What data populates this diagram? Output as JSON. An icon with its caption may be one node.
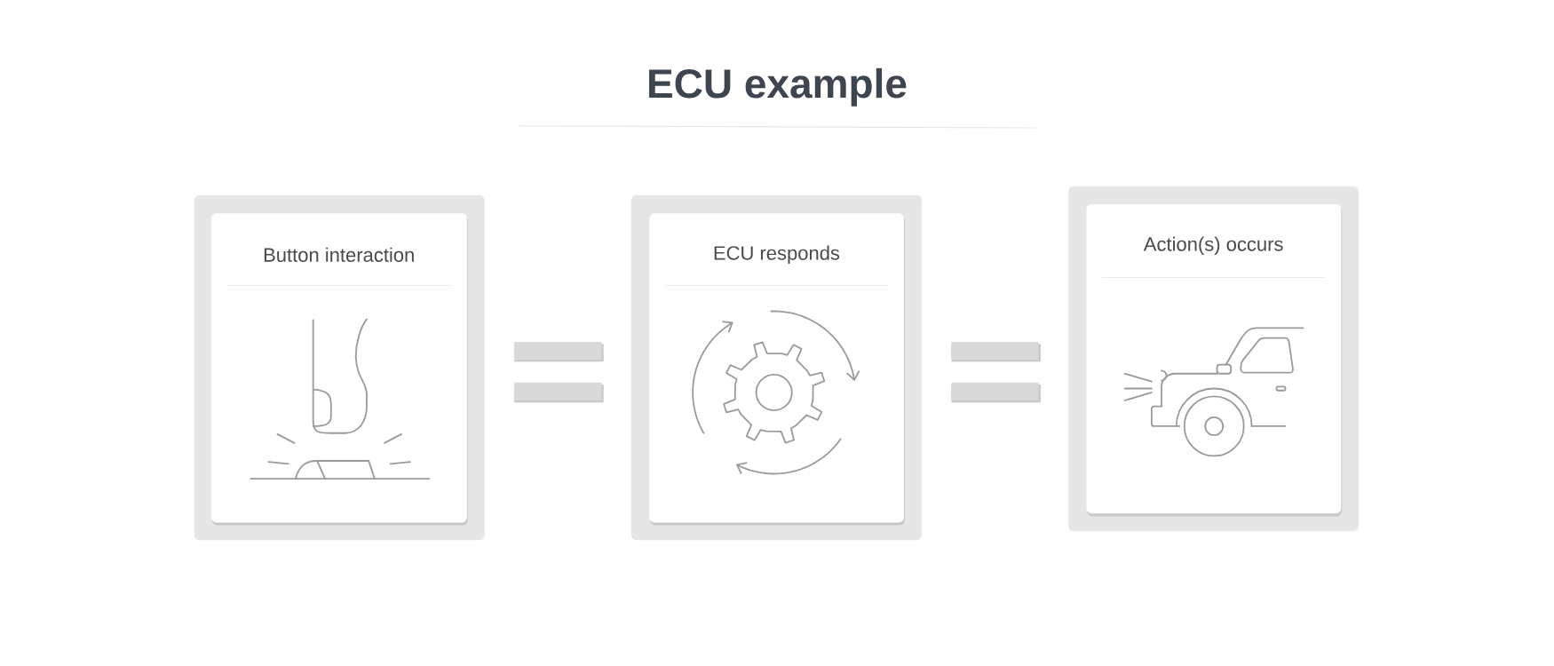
{
  "diagram": {
    "title": "ECU example",
    "nodes": [
      {
        "text": [
          "Button interaction"
        ]
      },
      {
        "text": [
          "ECU responds"
        ]
      },
      {
        "text": [
          "Action(s) occurs"
        ]
      }
    ]
  }
}
